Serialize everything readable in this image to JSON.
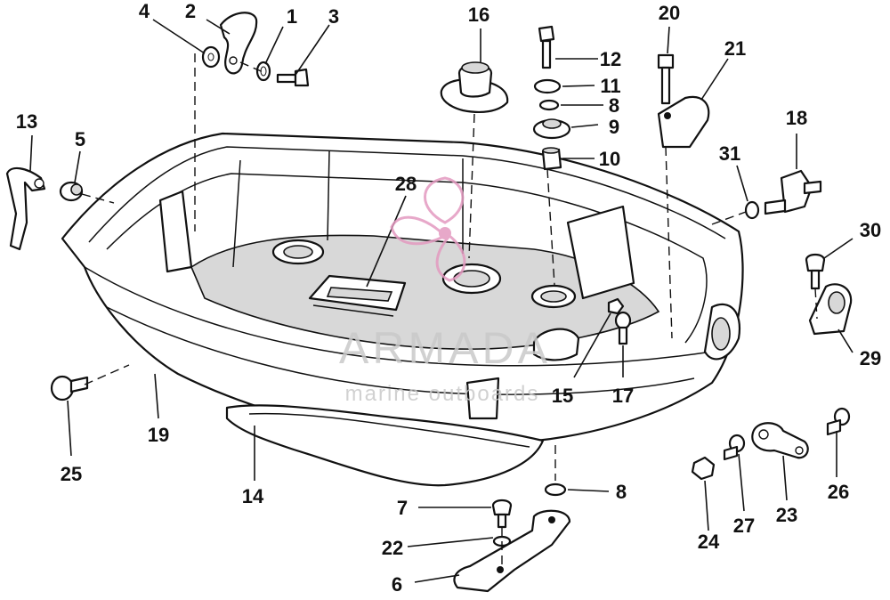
{
  "watermark": {
    "brand": "ARMADA",
    "tagline": "marine outboards",
    "logo_color": "#e39ac0",
    "text_color": "#c9c9c9"
  },
  "callouts": [
    {
      "id": "1"
    },
    {
      "id": "2"
    },
    {
      "id": "3"
    },
    {
      "id": "4"
    },
    {
      "id": "5"
    },
    {
      "id": "6"
    },
    {
      "id": "7"
    },
    {
      "id": "8"
    },
    {
      "id": "8b",
      "label": "8"
    },
    {
      "id": "9"
    },
    {
      "id": "10"
    },
    {
      "id": "11"
    },
    {
      "id": "12"
    },
    {
      "id": "13"
    },
    {
      "id": "14"
    },
    {
      "id": "15"
    },
    {
      "id": "16"
    },
    {
      "id": "17"
    },
    {
      "id": "18"
    },
    {
      "id": "19"
    },
    {
      "id": "20"
    },
    {
      "id": "21"
    },
    {
      "id": "22"
    },
    {
      "id": "23"
    },
    {
      "id": "24"
    },
    {
      "id": "25"
    },
    {
      "id": "26"
    },
    {
      "id": "27"
    },
    {
      "id": "28"
    },
    {
      "id": "29"
    },
    {
      "id": "30"
    },
    {
      "id": "31"
    }
  ]
}
